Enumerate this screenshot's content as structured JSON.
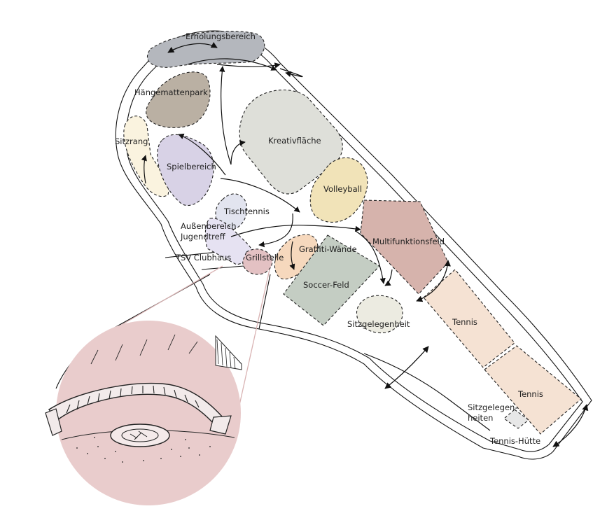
{
  "map": {
    "labels": {
      "erholungsbereich": "Erholungsbereich",
      "haengemattenpark": "Hängemattenpark",
      "sitzrang": "Sitzrang",
      "spielbereich": "Spielbereich",
      "kreativflaeche": "Kreativfläche",
      "volleyball": "Volleyball",
      "tischtennis": "Tischtennis",
      "aussenbereich_1": "Außenbereich",
      "aussenbereich_2": "Jugendtreff",
      "clubhaus": "TSV Clubhaus",
      "grillstelle": "Grillstelle",
      "graffiti": "Graffiti-Wände",
      "multifunktionsfeld": "Multifunktionsfeld",
      "soccer": "Soccer-Feld",
      "sitzgelegenheit": "Sitzgelegenheit",
      "tennis_1": "Tennis",
      "tennis_2": "Tennis",
      "sitzgelegenheiten_1": "Sitzgelegen-",
      "sitzgelegenheiten_2": "heiten",
      "tennis_huette": "Tennis-Hütte"
    },
    "colors": {
      "erholung": "#b4b7bd",
      "haengematten": "#bab0a3",
      "sitzrang": "#faf3df",
      "spiel": "#d8d2e6",
      "kreativ": "#dedfd9",
      "volleyball": "#f1e3b8",
      "tischtennis": "#e2e4ef",
      "jugendtreff": "#e6e2f2",
      "grill": "#e3c1c3",
      "graffiti": "#f6d8bd",
      "soccer": "#c4cdc3",
      "multi": "#d6b3ac",
      "sitzgelegenheit": "#ecebe1",
      "tennis": "#f5e2d3",
      "huette": "#e7e7e7",
      "inset": "#e9cccc"
    }
  }
}
